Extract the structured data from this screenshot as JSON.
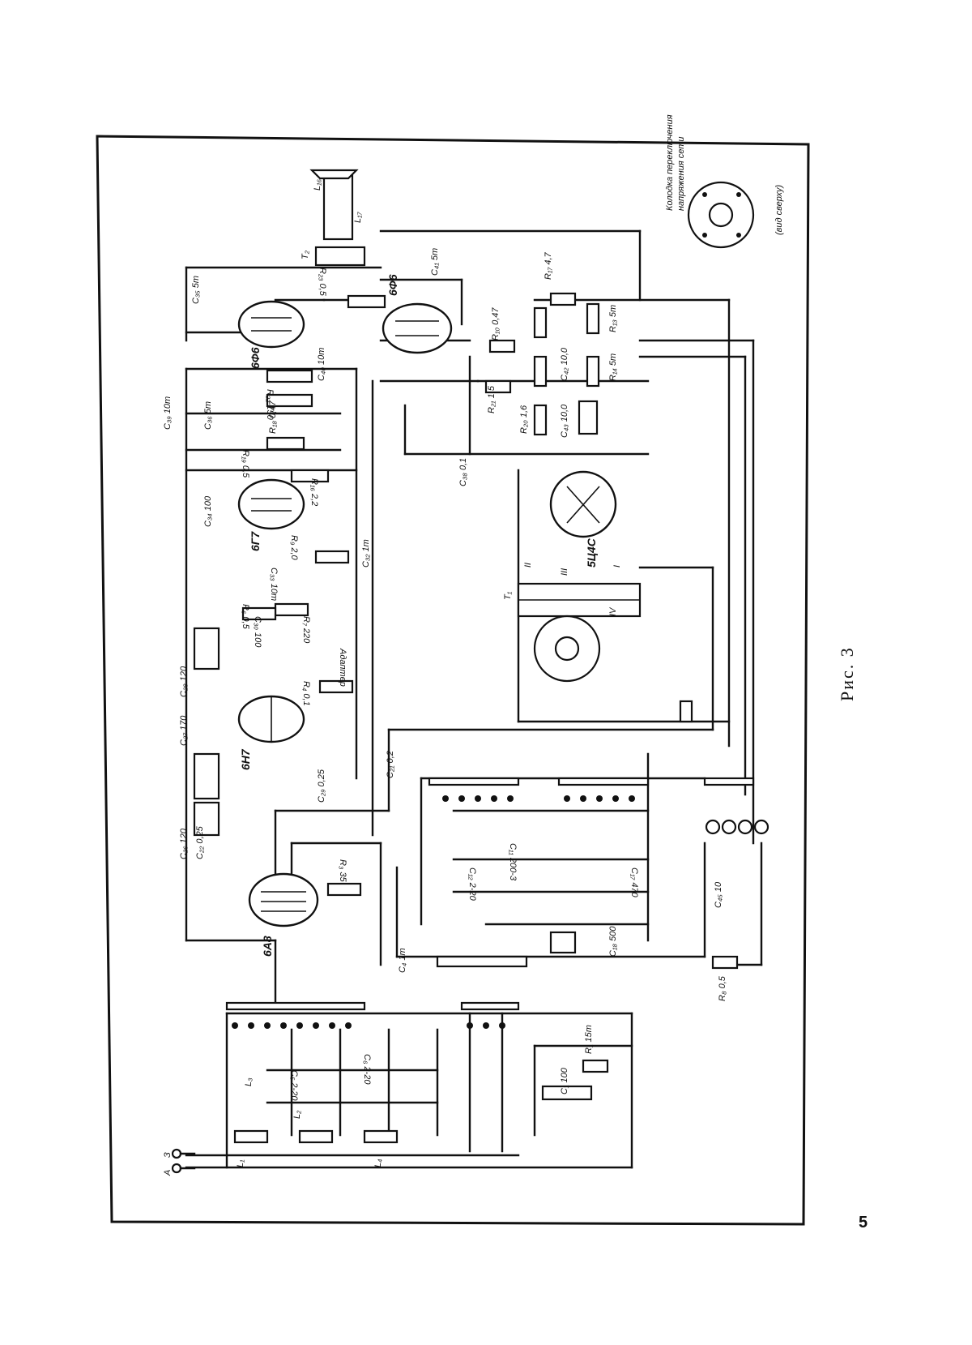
{
  "figure": {
    "caption": "Рис. 3",
    "page_number": "5"
  },
  "note": {
    "line1": "Колодка переключения",
    "line2": "напряжения сети",
    "line3": "(вид сверху)"
  },
  "tubes": {
    "t1": "6Ф6",
    "t2": "6Ф6",
    "t3": "6Г7",
    "t4": "6Н7",
    "t5": "6А8",
    "t6": "5Ц4С"
  },
  "labels": {
    "antenna_a": "А",
    "antenna_z": "З",
    "c35": "C₃₅ 5т",
    "c39": "C₃₉ 10т",
    "c36": "C₃₆ 5т",
    "r22": "R₂₂ 150",
    "r19": "R₁₉ 0,5",
    "r18": "R₁₈ 0,47",
    "c40": "C₄₀ 10т",
    "r23": "R₂₃ 0,5",
    "c34": "C₃₄ 100",
    "r16": "R₁₆ 2,2",
    "r9": "R₉ 2,0",
    "c33": "C₃₃ 10т",
    "c32": "C₃₂ 1т",
    "r7": "R₇ 220",
    "r6": "R₆ 0,5",
    "c30": "C₃₀ 100",
    "c28": "C₂₈ 120",
    "r4": "R₄ 0,1",
    "c27": "C₂₇ 170",
    "c29": "C₂₉ 0,25",
    "c26": "C₂₆ 120",
    "c22": "C₂₂ 0,25",
    "c21": "C₂₁ 0,2",
    "r3": "R₃ 35",
    "c38": "C₃₈ 0,1",
    "c45": "C₄₅ 10",
    "r8": "R₈ 0,5",
    "r17": "R₁₇ 4,7",
    "r10": "R₁₀ 0,47",
    "r21": "R₂₁ 1,5",
    "r20": "R₂₀ 1,6",
    "c42": "C₄₂ 10,0",
    "c43": "C₄₃ 10,0",
    "r13": "R₁₃ 5т",
    "r14": "R₁₄ 5т",
    "c41": "C₄₁ 5т",
    "transformer_t1": "T₁",
    "transformer_t2": "T₂",
    "pickup": "Адаптер",
    "l1": "L₁",
    "l2": "L₂",
    "l3": "L₃",
    "l4": "L₄",
    "l16": "L₁₆",
    "l17": "L₁₇",
    "roman_1": "I",
    "roman_2": "II",
    "roman_3": "III",
    "roman_4": "IV",
    "c_misc1": "C₁₁ 200-3",
    "c_misc2": "C₁₂ 2-20",
    "c_misc3": "C₅ 2-20",
    "c_misc4": "C₆ 2-20",
    "c_misc5": "C₁₇ 470",
    "c_misc6": "C₄ 1т",
    "c_misc7": "C₁₈ 500",
    "c_misc8": "C₁ 100",
    "r1": "R₁ 15т"
  }
}
